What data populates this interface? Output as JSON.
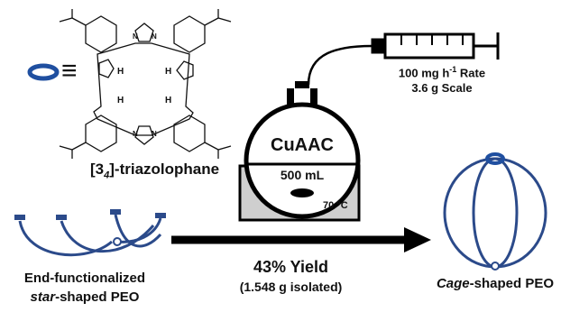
{
  "molecule": {
    "name_prefix": "[3",
    "name_sub": "4",
    "name_suffix": "]-triazolophane",
    "equiv_symbol": "≡",
    "h_label": "H",
    "n_label": "N"
  },
  "syringe": {
    "rate": "100 mg h",
    "rate_sup": "-1",
    "rate_suffix": " Rate",
    "scale": "3.6 g Scale"
  },
  "flask": {
    "reaction": "CuAAC",
    "volume": "500 mL",
    "temperature": "70 °C"
  },
  "reaction": {
    "yield": "43% Yield",
    "isolated": "(1.548 g isolated)"
  },
  "start_material": {
    "line1": "End-functionalized",
    "line2_italic": "star",
    "line2_rest": "-shaped PEO"
  },
  "product": {
    "italic": "Cage",
    "rest": "-shaped PEO"
  },
  "colors": {
    "polymer_blue": "#2b4a8a",
    "ring_blue": "#1f4fa0",
    "bath_gray": "#cfcfcf",
    "black": "#000000"
  }
}
